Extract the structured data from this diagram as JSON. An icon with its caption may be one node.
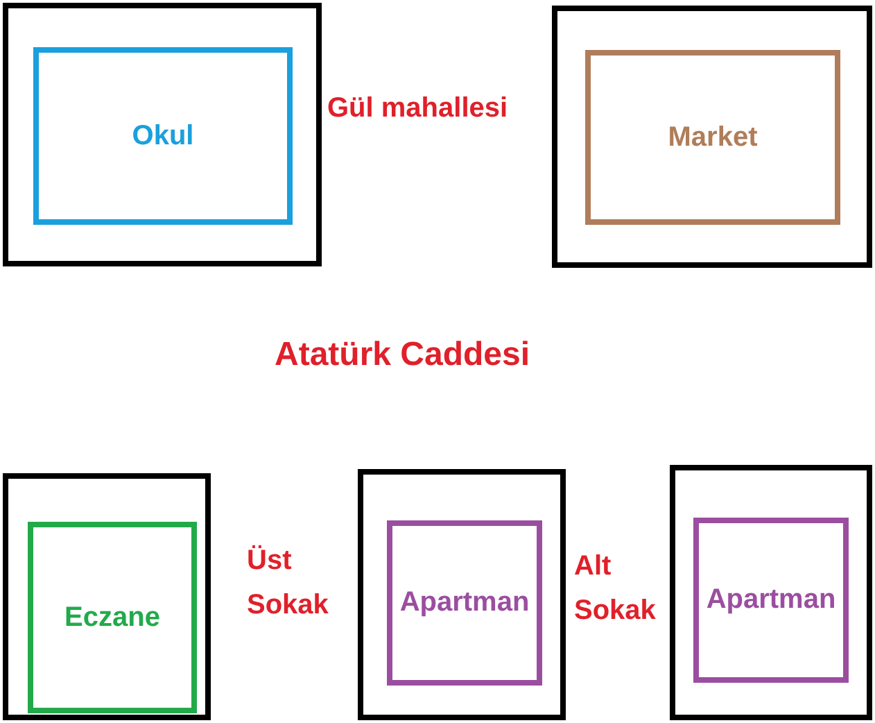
{
  "diagram": {
    "nodes": [
      {
        "text": [],
        "shape": "box"
      },
      {
        "text": [
          "Okul"
        ],
        "in": 0
      },
      {
        "text": [],
        "shape": "box"
      },
      {
        "text": [
          "Market"
        ],
        "in": 2
      },
      {
        "text": [],
        "shape": "box"
      },
      {
        "text": [
          "Eczane"
        ],
        "in": 4
      },
      {
        "text": [],
        "shape": "box"
      },
      {
        "text": [
          "Apartman"
        ],
        "in": 6
      },
      {
        "text": [],
        "shape": "box"
      },
      {
        "text": [
          "Apartman"
        ],
        "in": 8
      }
    ],
    "edges": [],
    "labels": [
      "Gül mahallesi",
      "Atatürk Caddesi",
      "Üst Sokak",
      "Alt Sokak"
    ]
  }
}
